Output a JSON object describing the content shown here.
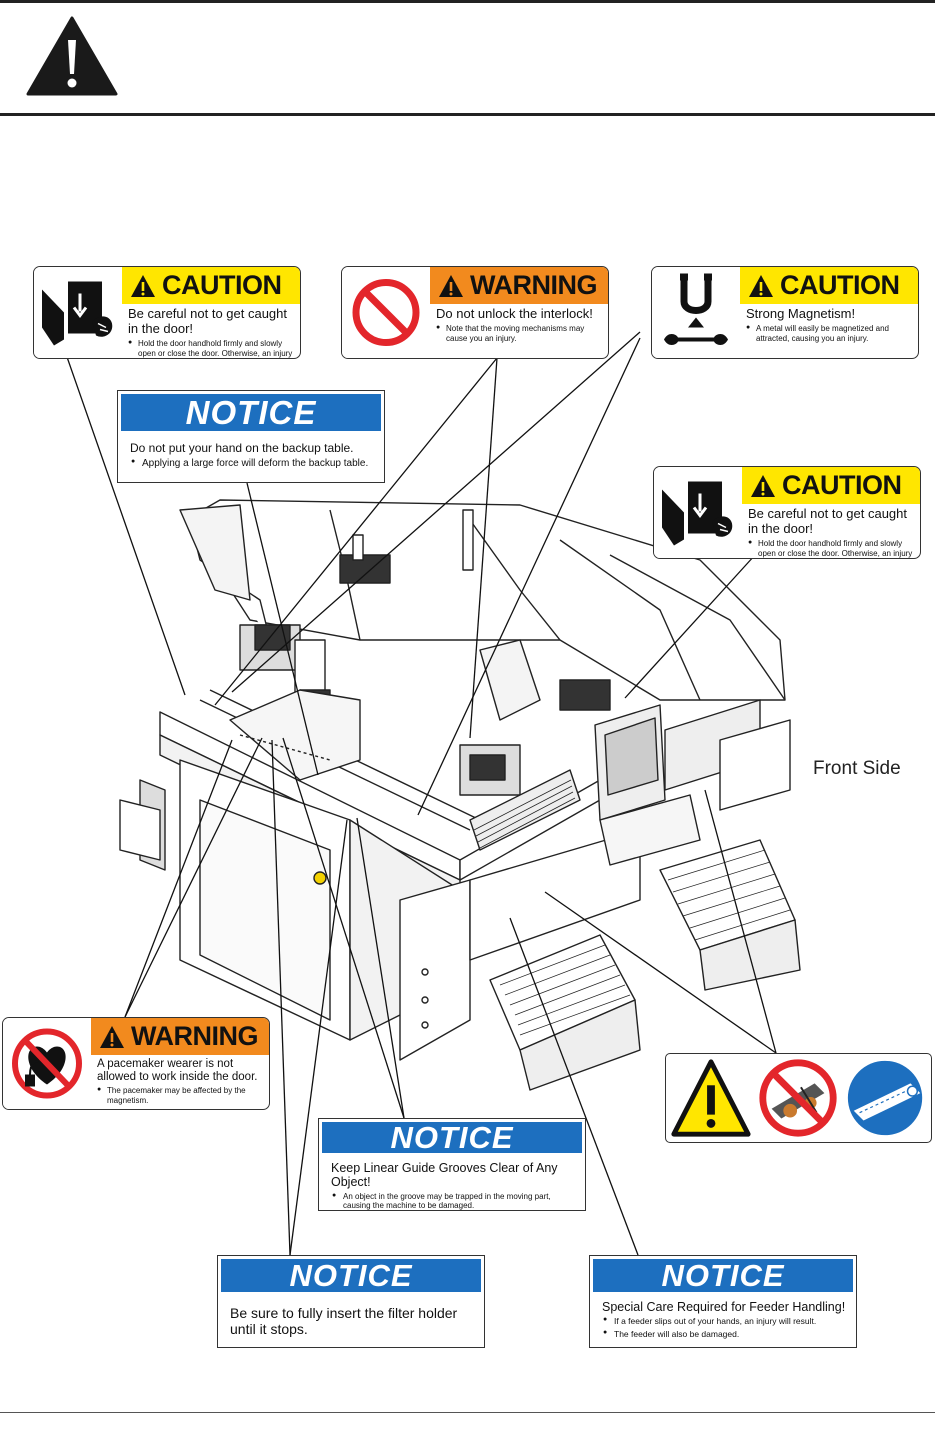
{
  "page": {
    "front_side_label": "Front Side"
  },
  "labels": {
    "caution_door_top": {
      "signal": "CAUTION",
      "message": "Be careful not to get caught in the door!",
      "detail": "Hold the door handhold firmly and slowly open or close the door. Otherwise, an injury will result."
    },
    "warning_interlock": {
      "signal": "WARNING",
      "message": "Do not unlock the interlock!",
      "detail": "Note that the moving mechanisms may cause you an injury."
    },
    "caution_magnetism": {
      "signal": "CAUTION",
      "message": "Strong Magnetism!",
      "detail": "A metal will easily be magnetized and attracted, causing you an injury."
    },
    "notice_backup_table": {
      "signal": "NOTICE",
      "message": "Do not put your hand on the backup table.",
      "detail": "Applying a large force will deform the backup table."
    },
    "caution_door_right": {
      "signal": "CAUTION",
      "message": "Be careful not to get caught in the door!",
      "detail": "Hold the door handhold firmly and slowly open or close the door. Otherwise, an injury will result."
    },
    "warning_pacemaker": {
      "signal": "WARNING",
      "message": "A pacemaker wearer is not allowed to work inside the door.",
      "detail": "The pacemaker may be affected by the magnetism."
    },
    "notice_linear_guide": {
      "signal": "NOTICE",
      "message": "Keep Linear Guide Grooves Clear of Any Object!",
      "detail": "An object in the groove may be trapped in the moving part, causing the machine to be damaged."
    },
    "notice_filter_holder": {
      "signal": "NOTICE",
      "message": "Be sure to fully insert the filter holder until it stops."
    },
    "notice_feeder": {
      "signal": "NOTICE",
      "message": "Special Care Required for Feeder Handling!",
      "details": [
        "If a feeder slips out of your hands, an injury will result.",
        "The feeder will also be damaged."
      ]
    }
  },
  "colors": {
    "caution_yellow": "#ffe600",
    "warning_orange": "#f28a1e",
    "notice_blue": "#1d6fbf",
    "prohibition_red": "#e3262b"
  },
  "icons": {
    "header": "general-warning-triangle-icon",
    "door_pinch": "hand-pinch-door-icon",
    "prohibition": "prohibition-circle-icon",
    "magnet": "magnet-attraction-icon",
    "pacemaker": "pacemaker-prohibited-icon",
    "pictogram_set": [
      "warning-triangle-icon",
      "no-objects-in-feeder-icon",
      "feeder-guide-mandatory-icon"
    ]
  }
}
